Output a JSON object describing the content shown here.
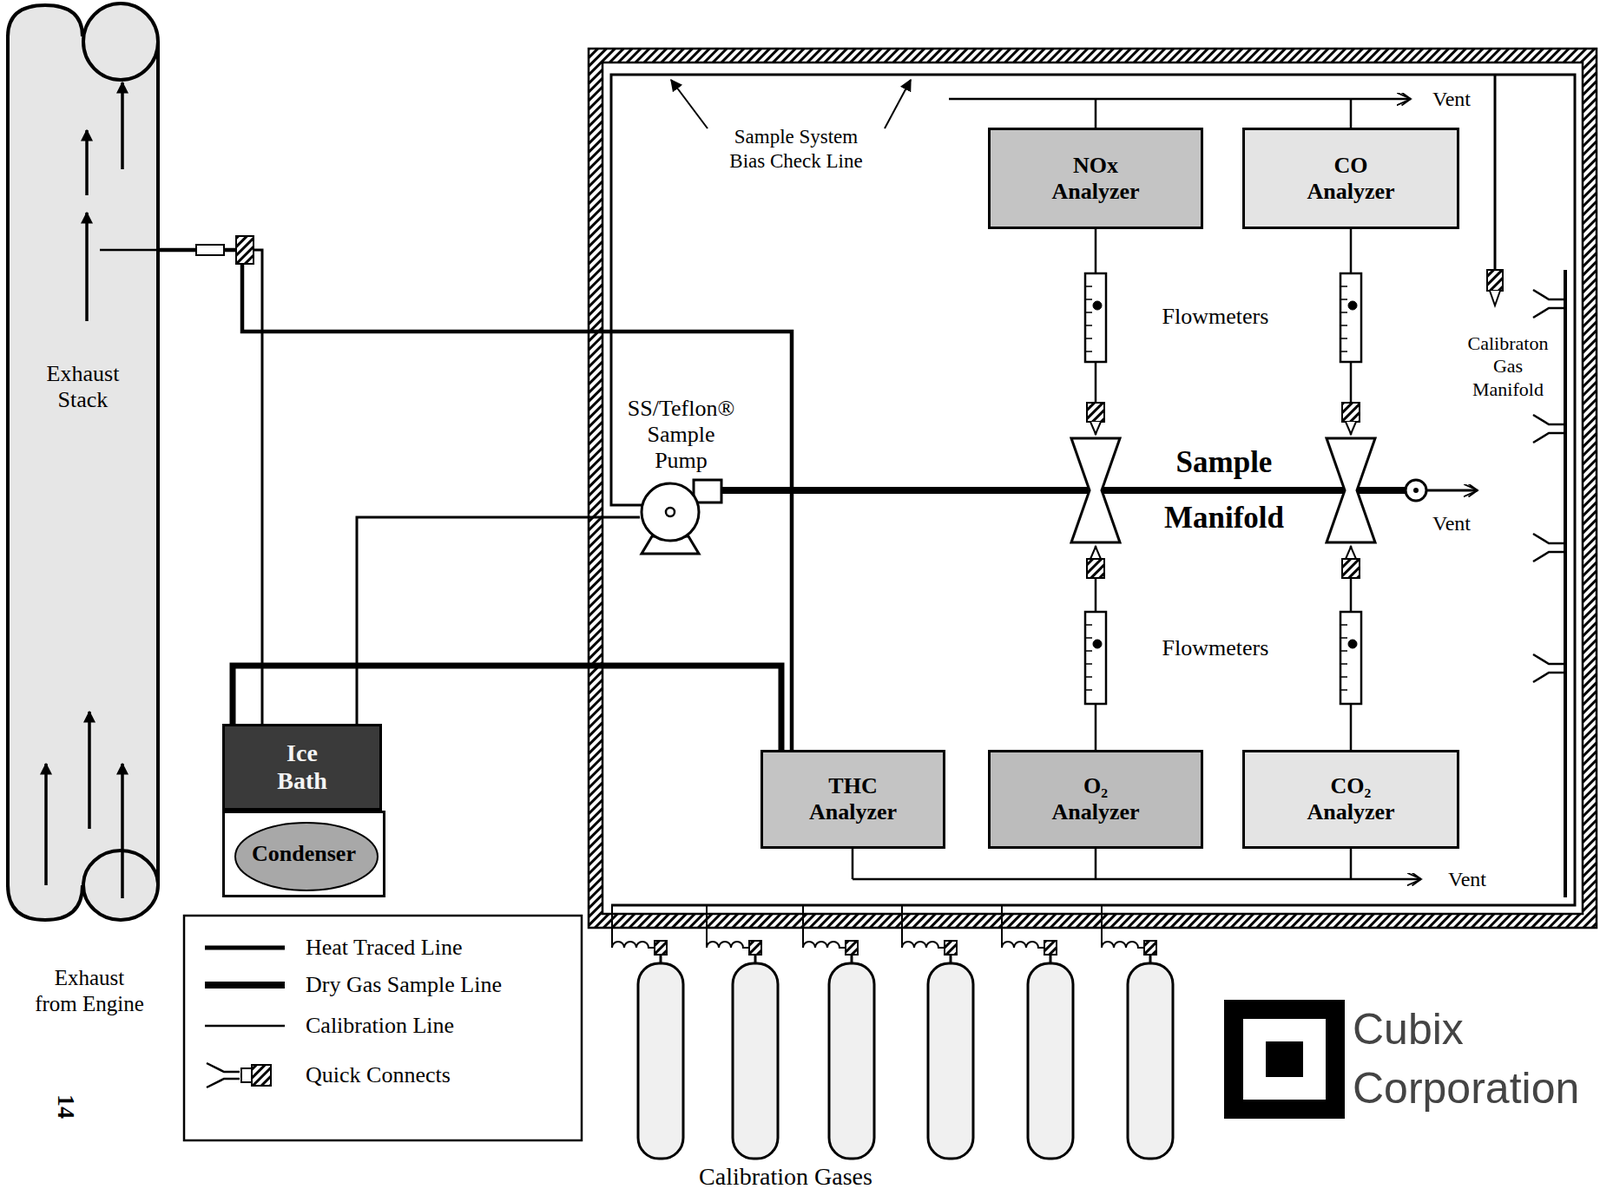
{
  "diagram": {
    "nodes": [
      {
        "text": [
          "Exhaust Stack"
        ]
      },
      {
        "text": [
          "SS/Teflon® Sample Pump"
        ]
      },
      {
        "text": [
          "NOx Analyzer"
        ]
      },
      {
        "text": [
          "CO Analyzer"
        ]
      },
      {
        "text": [
          "Sample Manifold"
        ]
      },
      {
        "text": [
          "THC Analyzer"
        ]
      },
      {
        "text": [
          "O₂ Analyzer"
        ]
      },
      {
        "text": [
          "CO₂ Analyzer"
        ]
      },
      {
        "text": [
          "Ice Bath"
        ]
      },
      {
        "text": [
          "Condenser"
        ]
      }
    ],
    "edges": [
      {
        "from": 0,
        "to": 8,
        "arrow": "none"
      },
      {
        "from": 0,
        "to": 5,
        "arrow": "none"
      },
      {
        "from": 8,
        "to": 1,
        "arrow": "none"
      },
      {
        "from": 8,
        "to": 5,
        "arrow": "none"
      },
      {
        "from": 1,
        "to": 4,
        "arrow": "none"
      },
      {
        "from": 4,
        "to": 2,
        "arrow": "none"
      },
      {
        "from": 4,
        "to": 3,
        "arrow": "none"
      },
      {
        "from": 4,
        "to": 6,
        "arrow": "none"
      },
      {
        "from": 4,
        "to": 7,
        "arrow": "none"
      }
    ],
    "labels": [
      "Sample System Bias Check Line",
      "Vent",
      "Flowmeters",
      "Calibraton Gas Manifold",
      "Vent",
      "Flowmeters",
      "Vent",
      "Exhaust from Engine",
      "14",
      "Calibration Gases",
      "Cubix",
      "Corporation"
    ],
    "legend": [
      {
        "text": "Heat Traced Line"
      },
      {
        "text": "Dry Gas Sample Line"
      },
      {
        "text": "Calibration Line"
      },
      {
        "text": "Quick Connects"
      }
    ]
  }
}
